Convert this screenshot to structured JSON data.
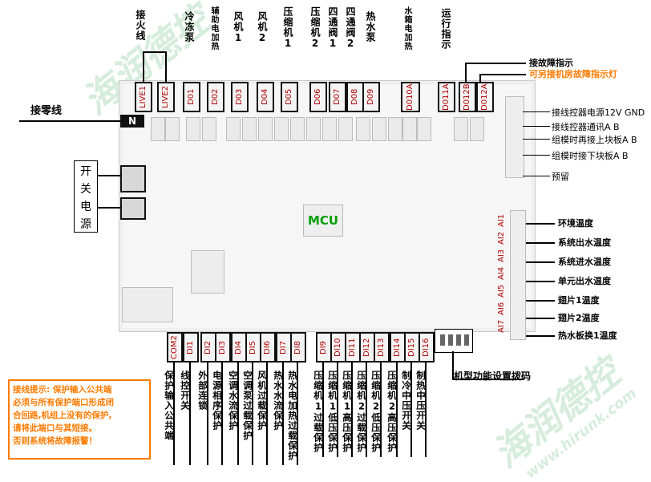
{
  "top_labels": [
    {
      "id": "live",
      "text": "接火线"
    },
    {
      "id": "d01",
      "text": "冷冻泵"
    },
    {
      "id": "d02",
      "text": "辅助电加热"
    },
    {
      "id": "d03",
      "text": "风机1"
    },
    {
      "id": "d04",
      "text": "风机2"
    },
    {
      "id": "d05",
      "text": "压缩机1"
    },
    {
      "id": "d06",
      "text": "压缩机2"
    },
    {
      "id": "d07",
      "text": "四通阀1"
    },
    {
      "id": "d08",
      "text": "四通阀2"
    },
    {
      "id": "d09",
      "text": "热水泵"
    },
    {
      "id": "d010a",
      "text": "水箱电加热"
    },
    {
      "id": "d011a",
      "text": "运行指示"
    }
  ],
  "top_terminals": [
    "LIVE1",
    "LIVE2",
    "D01",
    "D02",
    "D03",
    "D04",
    "D05",
    "D06",
    "D07",
    "D08",
    "D09",
    "D010A",
    "D011A",
    "D012B",
    "D012A"
  ],
  "fault_label": "接故障指示",
  "fault_label_alt": "可另接机房故障指示灯",
  "neutral_terminal": "N",
  "neutral_label": "接零线",
  "power_label": [
    "开",
    "关",
    "电",
    "源"
  ],
  "mcu": "MCU",
  "right_top_labels": [
    "接线控器电源12V GND",
    "接线控器通讯A B",
    "组模时再接上块板A B",
    "组模时接下块板A B",
    "预留"
  ],
  "ai_terminals": [
    "AI1",
    "AI2",
    "AI3",
    "AI4",
    "AI5",
    "AI6",
    "AI7"
  ],
  "ai_labels": [
    "环境温度",
    "系统出水温度",
    "系统进水温度",
    "单元出水温度",
    "翅片1温度",
    "翅片2温度",
    "热水板换1温度"
  ],
  "bottom_terminals": [
    "COM2",
    "DI1",
    "DI2",
    "DI3",
    "DI4",
    "DI5",
    "DI6",
    "DI7",
    "DI8",
    "DI9",
    "DI10",
    "DI11",
    "DI12",
    "DI13",
    "DI14",
    "DI15",
    "DI16"
  ],
  "bottom_labels": [
    "保护输入公共端",
    "线控开关",
    "外部连锁",
    "电源相序保护",
    "空调水流保护",
    "空调泵过载保护",
    "风机过载保护",
    "热水水流保护",
    "热水电加热过载保护",
    "压缩机1过载保护",
    "压缩机1低压保护",
    "压缩机1高压保护",
    "压缩机2过载保护",
    "压缩机2低压保护",
    "压缩机2高压保护",
    "制冷中压开关",
    "制热中压开关"
  ],
  "dip_label": "机型功能设置拨码",
  "note_lines": [
    "接线提示: 保护输入公共端",
    "必须与所有保护端口形成闭",
    "合回路,机组上没有的保护,",
    "请将此端口与其短接。",
    "否则系统将故障报警！"
  ],
  "watermark_text": "海润德控",
  "watermark_url": "www.hirunk.com",
  "colors": {
    "terminal_text": "#b00000",
    "note": "#ff7a00",
    "mcu": "#00a000"
  }
}
